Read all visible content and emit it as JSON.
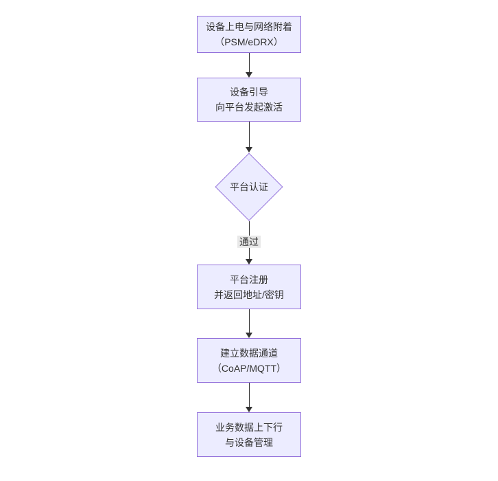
{
  "diagram": {
    "type": "flowchart",
    "direction": "top-down",
    "nodes": [
      {
        "id": "n1",
        "shape": "rect",
        "label": "设备上电与网络附着\n（PSM/eDRX）"
      },
      {
        "id": "n2",
        "shape": "rect",
        "label": "设备引导\n向平台发起激活"
      },
      {
        "id": "n3",
        "shape": "diamond",
        "label": "平台认证"
      },
      {
        "id": "n4",
        "shape": "rect",
        "label": "平台注册\n并返回地址/密钥"
      },
      {
        "id": "n5",
        "shape": "rect",
        "label": "建立数据通道\n（CoAP/MQTT）"
      },
      {
        "id": "n6",
        "shape": "rect",
        "label": "业务数据上下行\n与设备管理"
      }
    ],
    "edges": [
      {
        "from": "n1",
        "to": "n2",
        "label": ""
      },
      {
        "from": "n2",
        "to": "n3",
        "label": ""
      },
      {
        "from": "n3",
        "to": "n4",
        "label": "通过"
      },
      {
        "from": "n4",
        "to": "n5",
        "label": ""
      },
      {
        "from": "n5",
        "to": "n6",
        "label": ""
      }
    ],
    "colors": {
      "node_fill": "#ECECFF",
      "node_border": "#9370DB",
      "edge": "#333333",
      "label_bg": "#e8e8e8",
      "text": "#333333",
      "background": "#ffffff"
    }
  }
}
